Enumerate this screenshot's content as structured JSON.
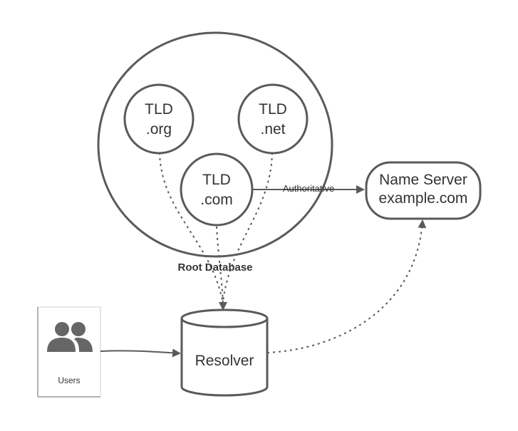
{
  "diagram": {
    "root": {
      "label": "Root Database"
    },
    "tld_org": {
      "line1": "TLD",
      "line2": ".org"
    },
    "tld_net": {
      "line1": "TLD",
      "line2": ".net"
    },
    "tld_com": {
      "line1": "TLD",
      "line2": ".com"
    },
    "name_server": {
      "line1": "Name Server",
      "line2": "example.com"
    },
    "resolver": {
      "label": "Resolver"
    },
    "users": {
      "label": "Users",
      "icon": "users-icon"
    },
    "edges": {
      "authoritative_label": "Authoritative"
    }
  },
  "colors": {
    "stroke": "#5a5a5a",
    "text": "#333333",
    "icon": "#666666"
  }
}
